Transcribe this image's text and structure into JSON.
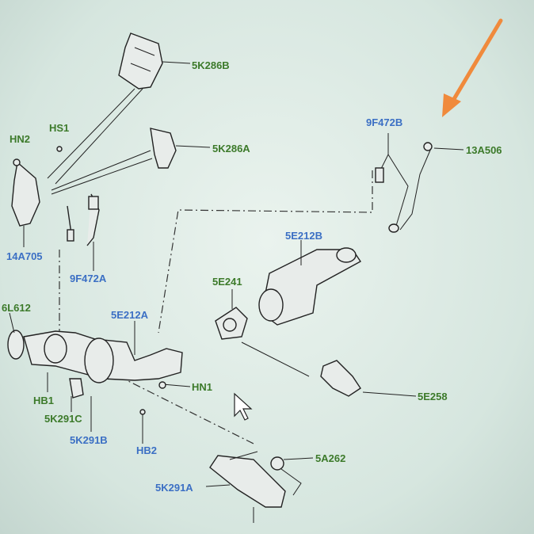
{
  "labels": {
    "l5K286B": "5K286B",
    "l5K286A": "5K286A",
    "lHN2": "HN2",
    "lHS1": "HS1",
    "l14A705": "14A705",
    "l9F472A": "9F472A",
    "l9F472B": "9F472B",
    "l13A506": "13A506",
    "l5E212B": "5E212B",
    "l5E241": "5E241",
    "l6L612": "6L612",
    "l5E212A": "5E212A",
    "lHN1": "HN1",
    "lHB1": "HB1",
    "l5K291C": "5K291C",
    "l5K291B": "5K291B",
    "lHB2": "HB2",
    "l5E258": "5E258",
    "l5A262": "5A262",
    "l5K291A": "5K291A"
  },
  "colors": {
    "green": "#3c7a2a",
    "blue": "#3b6fc4",
    "arrow": "#f08a3c"
  },
  "icons": [
    "arrow-pointer-icon",
    "mouse-cursor-icon"
  ]
}
